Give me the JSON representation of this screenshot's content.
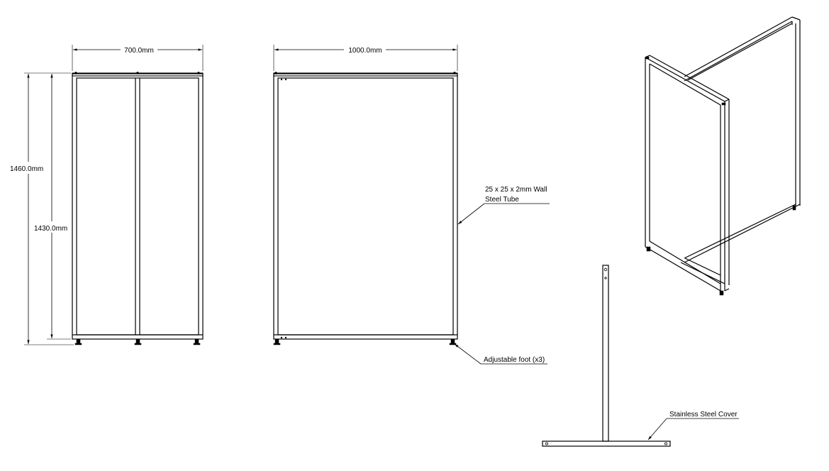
{
  "dimensions": {
    "width_700": "700.0mm",
    "width_1000": "1000.0mm",
    "height_1460": "1460.0mm",
    "height_1430": "1430.0mm"
  },
  "callouts": {
    "tube_line1": "25 x 25 x 2mm Wall",
    "tube_line2": "Steel Tube",
    "foot": "Adjustable foot (x3)",
    "cover": "Stainless Steel Cover"
  }
}
